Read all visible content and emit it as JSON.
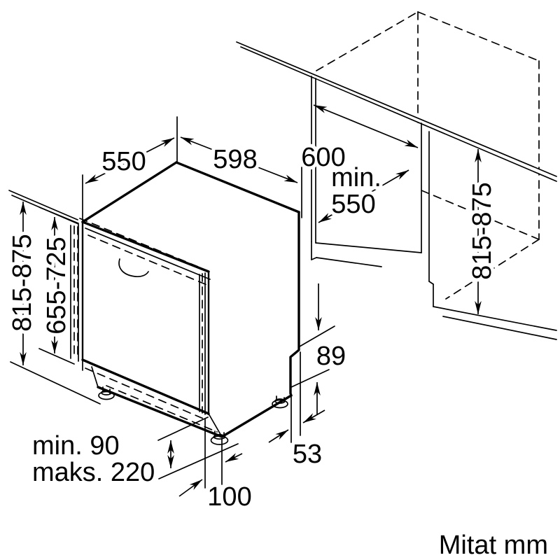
{
  "diagram": {
    "type": "appliance-installation-dimension-drawing",
    "labels": {
      "dim_top_depth": "550",
      "dim_top_width": "598",
      "dim_worktop_depth": "600",
      "dim_niche_depth_prefix": "min.",
      "dim_niche_depth_value": "550",
      "dim_niche_height_left": "815-875",
      "dim_door_height": "655-725",
      "dim_niche_height_right": "815-875",
      "dim_rear_step": "89",
      "dim_rear_foot_offset": "53",
      "dim_front_foot_offset": "100",
      "dim_plinth_min": "min. 90",
      "dim_plinth_max": "maks. 220",
      "units_note": "Mitat mm"
    },
    "colors": {
      "line": "#000000",
      "background": "#ffffff"
    }
  }
}
